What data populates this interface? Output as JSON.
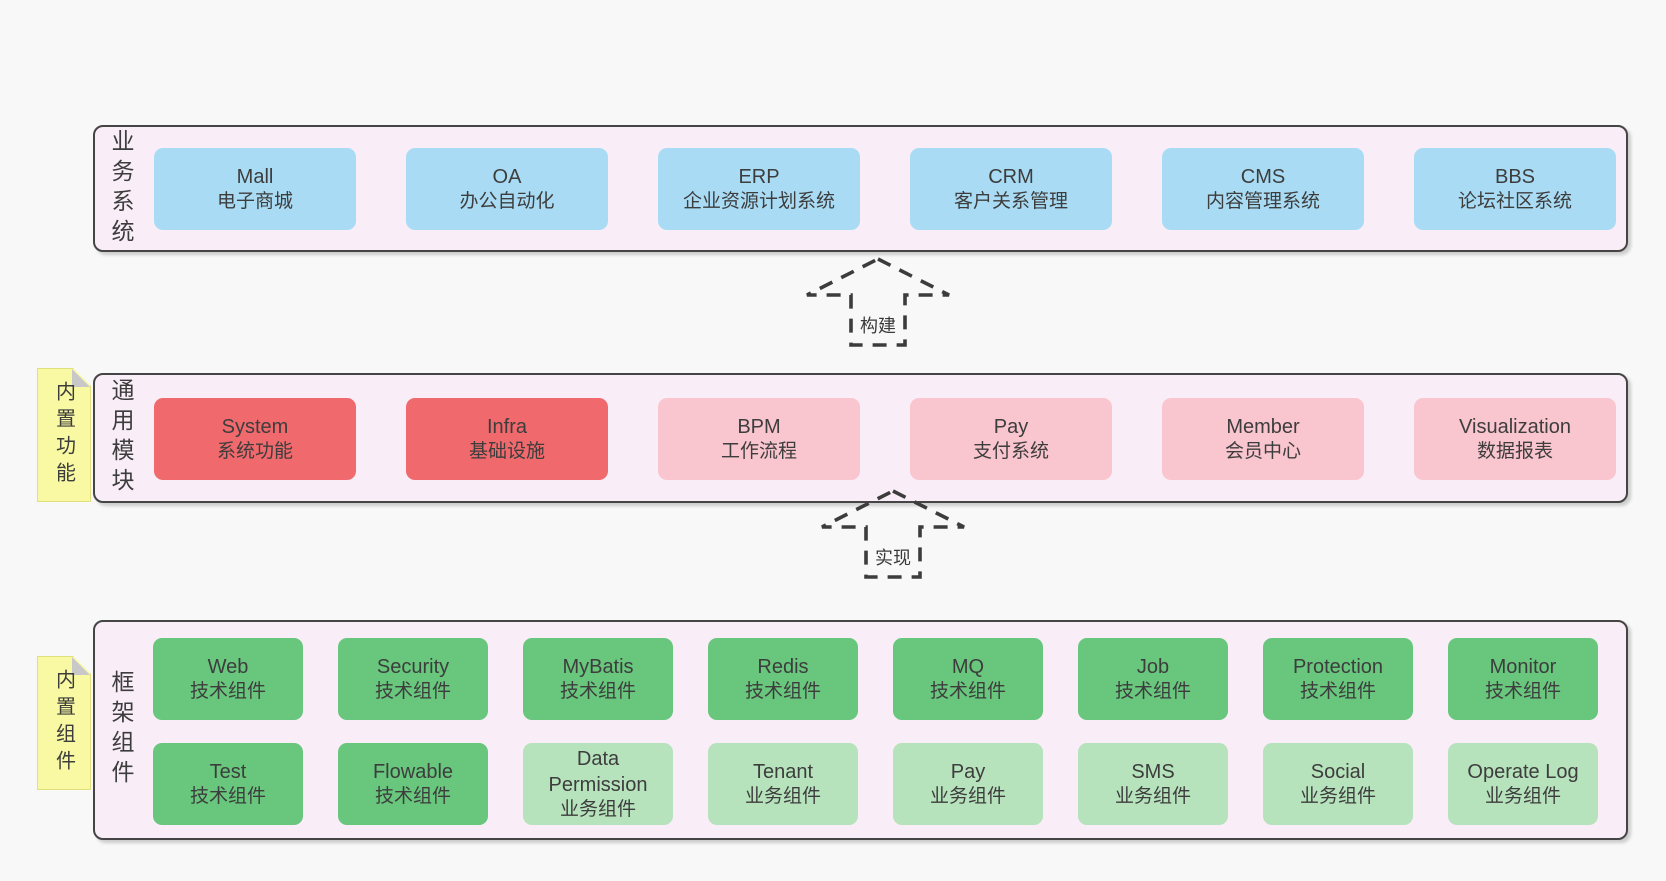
{
  "colors": {
    "page_bg": "#f8f8f8",
    "panel_bg": "#f9eef7",
    "panel_border": "#454545",
    "box_blue": "#a9dcf4",
    "box_red": "#f0696c",
    "box_pink": "#f9c5ce",
    "box_green": "#68c67d",
    "box_green_light": "#b6e2bc",
    "sticky_yellow": "#f9f9a3",
    "sticky_fold_gray": "#c8c8c8",
    "text": "#3d3d3d"
  },
  "arrows": {
    "build_label": "构建",
    "implement_label": "实现"
  },
  "layers": {
    "business": {
      "side_label": "业务系统",
      "boxes": [
        {
          "title": "Mall",
          "subtitle": "电子商城"
        },
        {
          "title": "OA",
          "subtitle": "办公自动化"
        },
        {
          "title": "ERP",
          "subtitle": "企业资源计划系统"
        },
        {
          "title": "CRM",
          "subtitle": "客户关系管理"
        },
        {
          "title": "CMS",
          "subtitle": "内容管理系统"
        },
        {
          "title": "BBS",
          "subtitle": "论坛社区系统"
        }
      ]
    },
    "common": {
      "side_label": "通用模块",
      "sticky_label": "内置功能",
      "boxes": [
        {
          "title": "System",
          "subtitle": "系统功能",
          "variant": "red"
        },
        {
          "title": "Infra",
          "subtitle": "基础设施",
          "variant": "red"
        },
        {
          "title": "BPM",
          "subtitle": "工作流程",
          "variant": "pink"
        },
        {
          "title": "Pay",
          "subtitle": "支付系统",
          "variant": "pink"
        },
        {
          "title": "Member",
          "subtitle": "会员中心",
          "variant": "pink"
        },
        {
          "title": "Visualization",
          "subtitle": "数据报表",
          "variant": "pink"
        }
      ]
    },
    "framework": {
      "side_label": "框架组件",
      "sticky_label": "内置组件",
      "row1": [
        {
          "title": "Web",
          "subtitle": "技术组件",
          "variant": "green"
        },
        {
          "title": "Security",
          "subtitle": "技术组件",
          "variant": "green"
        },
        {
          "title": "MyBatis",
          "subtitle": "技术组件",
          "variant": "green"
        },
        {
          "title": "Redis",
          "subtitle": "技术组件",
          "variant": "green"
        },
        {
          "title": "MQ",
          "subtitle": "技术组件",
          "variant": "green"
        },
        {
          "title": "Job",
          "subtitle": "技术组件",
          "variant": "green"
        },
        {
          "title": "Protection",
          "subtitle": "技术组件",
          "variant": "green"
        },
        {
          "title": "Monitor",
          "subtitle": "技术组件",
          "variant": "green"
        }
      ],
      "row2": [
        {
          "title": "Test",
          "subtitle": "技术组件",
          "variant": "green"
        },
        {
          "title": "Flowable",
          "subtitle": "技术组件",
          "variant": "green"
        },
        {
          "title": "Data Permission",
          "subtitle": "业务组件",
          "variant": "green-light"
        },
        {
          "title": "Tenant",
          "subtitle": "业务组件",
          "variant": "green-light"
        },
        {
          "title": "Pay",
          "subtitle": "业务组件",
          "variant": "green-light"
        },
        {
          "title": "SMS",
          "subtitle": "业务组件",
          "variant": "green-light"
        },
        {
          "title": "Social",
          "subtitle": "业务组件",
          "variant": "green-light"
        },
        {
          "title": "Operate Log",
          "subtitle": "业务组件",
          "variant": "green-light"
        }
      ]
    }
  }
}
